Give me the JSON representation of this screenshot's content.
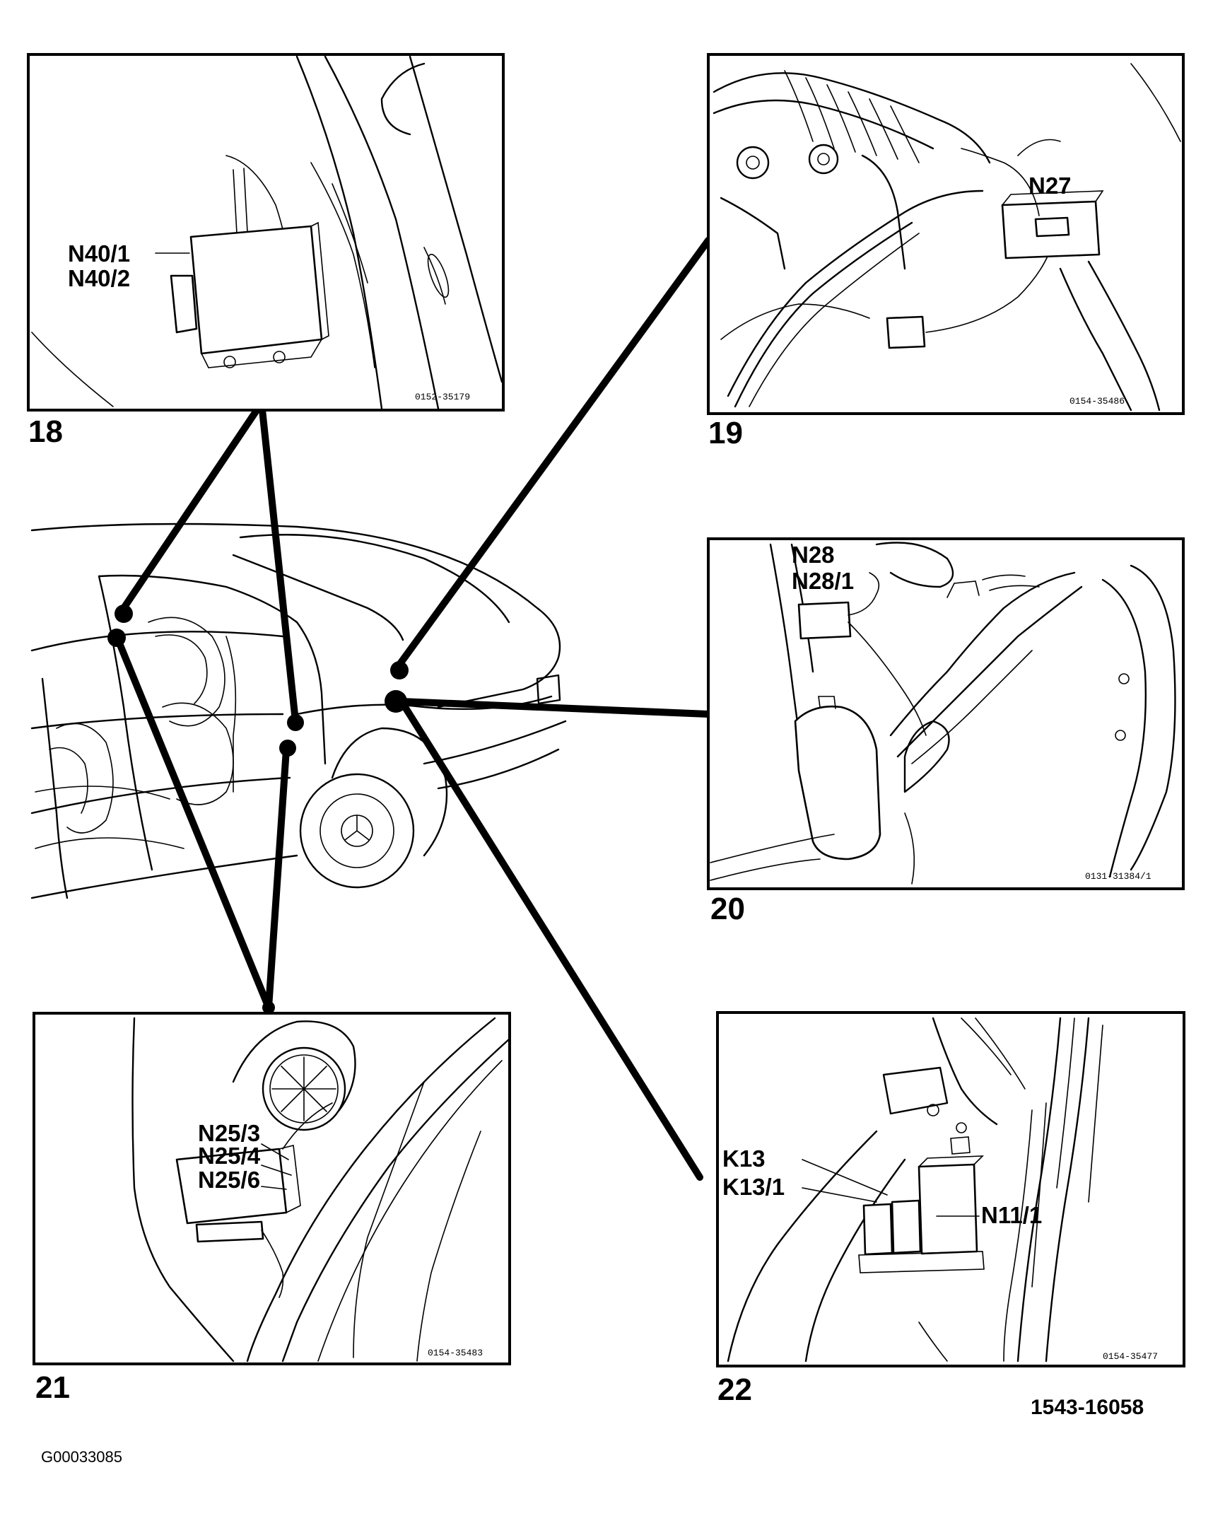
{
  "figures": [
    {
      "number": "18",
      "labels": [
        "N40/1",
        "N40/2"
      ],
      "code": "0152-35179"
    },
    {
      "number": "19",
      "labels": [
        "N27"
      ],
      "code": "0154-35486"
    },
    {
      "number": "20",
      "labels": [
        "N28",
        "N28/1"
      ],
      "code": "0131-31384/1"
    },
    {
      "number": "21",
      "labels": [
        "N25/3",
        "N25/4",
        "N25/6"
      ],
      "code": "0154-35483"
    },
    {
      "number": "22",
      "labels": [
        "K13",
        "K13/1",
        "N11/1"
      ],
      "code": "0154-35477"
    }
  ],
  "diagram_ref": "1543-16058",
  "image_code": "G00033085"
}
